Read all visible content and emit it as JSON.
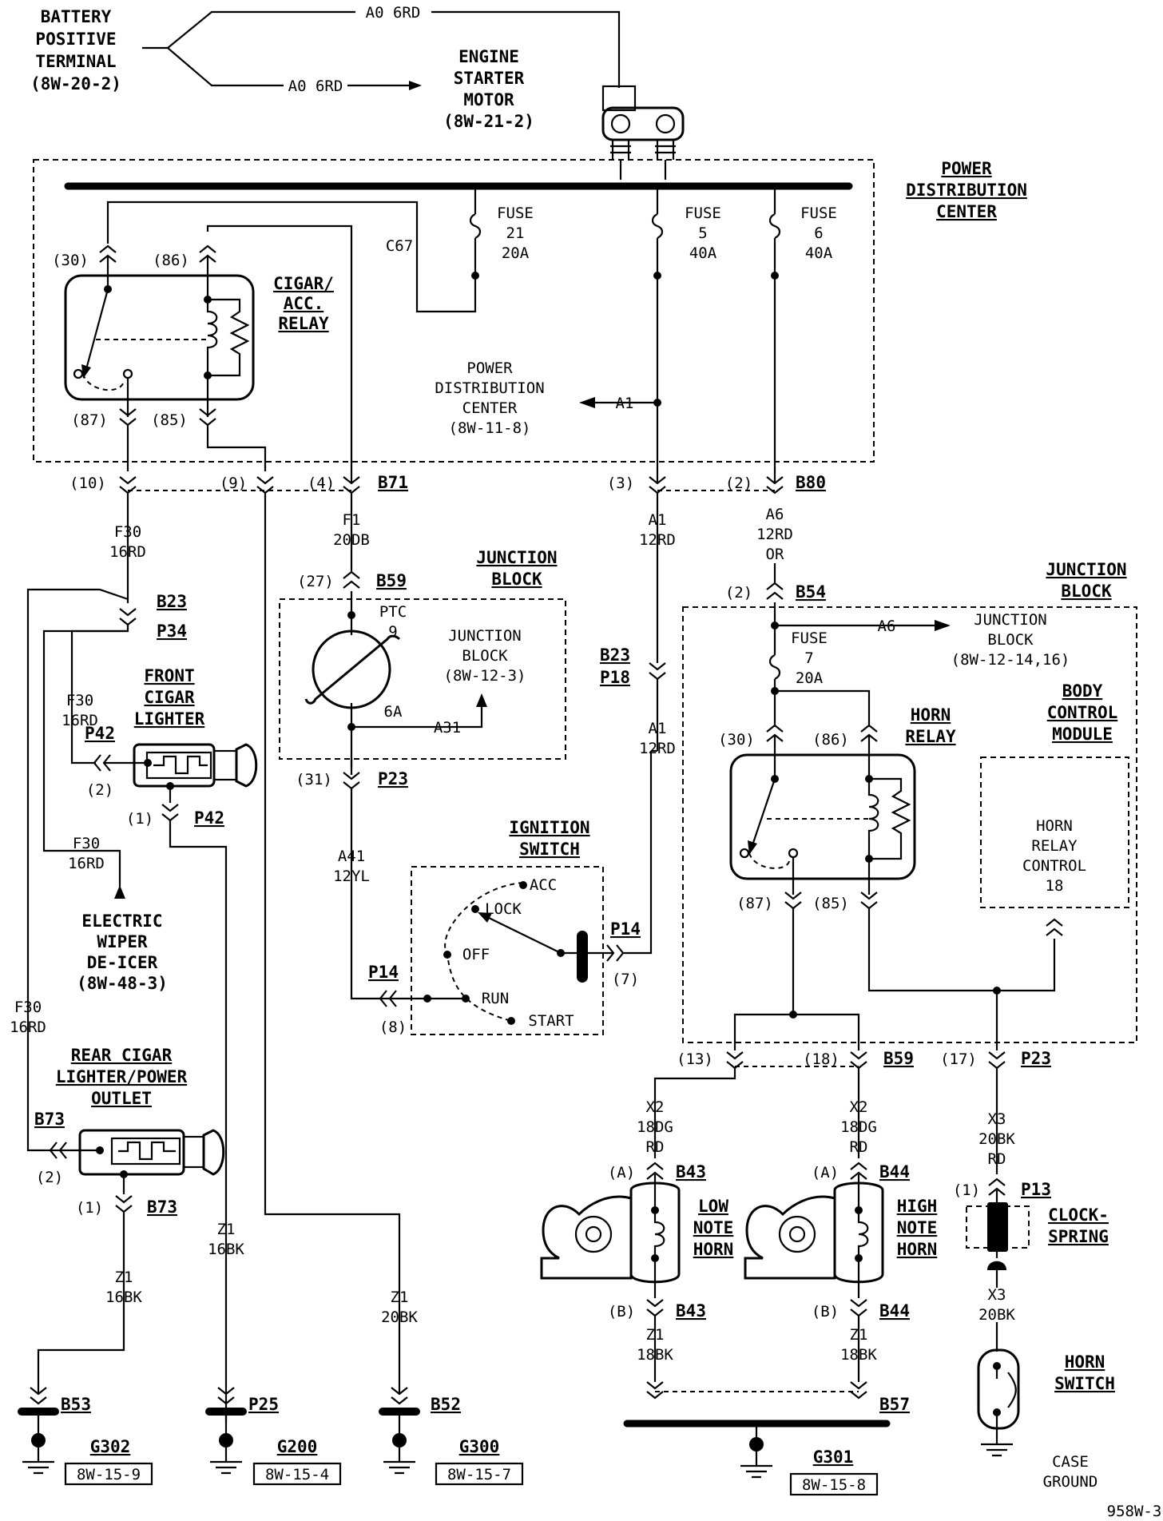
{
  "sources": {
    "battery": [
      "BATTERY",
      "POSITIVE",
      "TERMINAL",
      "(8W-20-2)"
    ],
    "starter": [
      "ENGINE",
      "STARTER",
      "MOTOR",
      "(8W-21-2)"
    ],
    "wire_a0": "A0 6RD"
  },
  "pdc": {
    "title": [
      "POWER",
      "DISTRIBUTION",
      "CENTER"
    ],
    "ref": [
      "POWER",
      "DISTRIBUTION",
      "CENTER",
      "(8W-11-8)"
    ],
    "fuse21": [
      "FUSE",
      "21",
      "20A"
    ],
    "fuse5": [
      "FUSE",
      "5",
      "40A"
    ],
    "fuse6": [
      "FUSE",
      "6",
      "40A"
    ],
    "c67": "C67",
    "a1": "A1",
    "cigar_relay": [
      "CIGAR/",
      "ACC.",
      "RELAY"
    ],
    "pins": {
      "p30": "(30)",
      "p86": "(86)",
      "p87": "(87)",
      "p85": "(85)"
    }
  },
  "connectors": {
    "b71": "B71",
    "b80": "B80",
    "b59": "B59",
    "b23": "B23",
    "p34": "P34",
    "p42": "P42",
    "p23": "P23",
    "p14": "P14",
    "p18": "P18",
    "b54": "B54",
    "b73": "B73",
    "b43": "B43",
    "b44": "B44",
    "p13": "P13",
    "b53": "B53",
    "p25": "P25",
    "b52": "B52",
    "b57": "B57",
    "c10": "(10)",
    "c9": "(9)",
    "c4": "(4)",
    "c3": "(3)",
    "c2": "(2)",
    "c27": "(27)",
    "c31": "(31)",
    "c1": "(1)",
    "c7": "(7)",
    "c8": "(8)",
    "c13": "(13)",
    "c18": "(18)",
    "c17": "(17)",
    "cA": "(A)",
    "cB": "(B)"
  },
  "wires": {
    "f30": [
      "F30",
      "16RD"
    ],
    "f1": [
      "F1",
      "20DB"
    ],
    "a1": [
      "A1",
      "12RD"
    ],
    "a6": [
      "A6",
      "12RD",
      "OR"
    ],
    "a41": [
      "A41",
      "12YL"
    ],
    "a31": "A31",
    "a6_jb": "A6",
    "x2": [
      "X2",
      "18DG",
      "RD"
    ],
    "x3a": [
      "X3",
      "20BK",
      "RD"
    ],
    "x3b": [
      "X3",
      "20BK"
    ],
    "z1_16": [
      "Z1",
      "16BK"
    ],
    "z1_20": [
      "Z1",
      "20BK"
    ],
    "z1_18": [
      "Z1",
      "18BK"
    ]
  },
  "junction_block": {
    "title": [
      "JUNCTION",
      "BLOCK"
    ],
    "ref1": [
      "JUNCTION",
      "BLOCK",
      "(8W-12-3)"
    ],
    "ptc": [
      "PTC",
      "9",
      "6A"
    ],
    "fuse7": [
      "FUSE",
      "7",
      "20A"
    ],
    "ref2": [
      "JUNCTION",
      "BLOCK",
      "(8W-12-14,16)"
    ],
    "horn_relay": [
      "HORN",
      "RELAY"
    ],
    "bcm": [
      "BODY",
      "CONTROL",
      "MODULE"
    ],
    "bcm_inner": [
      "HORN",
      "RELAY",
      "CONTROL",
      "18"
    ]
  },
  "components": {
    "front_lighter": [
      "FRONT",
      "CIGAR",
      "LIGHTER"
    ],
    "wiper": [
      "ELECTRIC",
      "WIPER",
      "DE-ICER",
      "(8W-48-3)"
    ],
    "rear_lighter": [
      "REAR CIGAR",
      "LIGHTER/POWER",
      "OUTLET"
    ],
    "ignition": [
      "IGNITION",
      "SWITCH"
    ],
    "ign_positions": [
      "ACC",
      "LOCK",
      "OFF",
      "RUN",
      "START"
    ],
    "low_horn": [
      "LOW",
      "NOTE",
      "HORN"
    ],
    "high_horn": [
      "HIGH",
      "NOTE",
      "HORN"
    ],
    "clockspring": [
      "CLOCK-",
      "SPRING"
    ],
    "horn_switch": [
      "HORN",
      "SWITCH"
    ],
    "case_ground": [
      "CASE",
      "GROUND"
    ]
  },
  "grounds": {
    "g302": "G302",
    "g302_ref": "8W-15-9",
    "g200": "G200",
    "g200_ref": "8W-15-4",
    "g300": "G300",
    "g300_ref": "8W-15-7",
    "g301": "G301",
    "g301_ref": "8W-15-8"
  },
  "figure_id": "958W-3"
}
